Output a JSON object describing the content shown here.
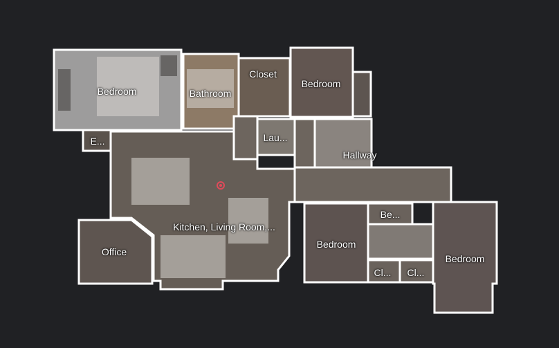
{
  "floorplan": {
    "rooms": [
      {
        "id": "bedroom-1",
        "label": "Bedroom",
        "color": "#9d9c9c"
      },
      {
        "id": "bathroom",
        "label": "Bathroom",
        "color": "#8d7a66"
      },
      {
        "id": "closet",
        "label": "Closet",
        "color": "#6a5d52"
      },
      {
        "id": "bedroom-2",
        "label": "Bedroom",
        "color": "#625651"
      },
      {
        "id": "entry",
        "label": "E...",
        "color": "#5a524c"
      },
      {
        "id": "laundry",
        "label": "Lau...",
        "color": "#7e7871"
      },
      {
        "id": "hallway",
        "label": "Hallway",
        "color": "#6d655e"
      },
      {
        "id": "kitchen-living",
        "label": "Kitchen, Living Room,...",
        "color": "#655d56"
      },
      {
        "id": "office",
        "label": "Office",
        "color": "#5e5550"
      },
      {
        "id": "bedroom-3",
        "label": "Bedroom",
        "color": "#5d5350"
      },
      {
        "id": "bedroom-small",
        "label": "Be...",
        "color": "#6a625c"
      },
      {
        "id": "closet-a",
        "label": "Cl...",
        "color": "#6a625c"
      },
      {
        "id": "closet-b",
        "label": "Cl...",
        "color": "#6a625c"
      },
      {
        "id": "bedroom-4",
        "label": "Bedroom",
        "color": "#5e5452"
      }
    ],
    "wall_color": "#ffffff",
    "background": "#202124",
    "position_marker": {
      "icon": "location-marker-icon",
      "color": "#e04a5a"
    }
  }
}
